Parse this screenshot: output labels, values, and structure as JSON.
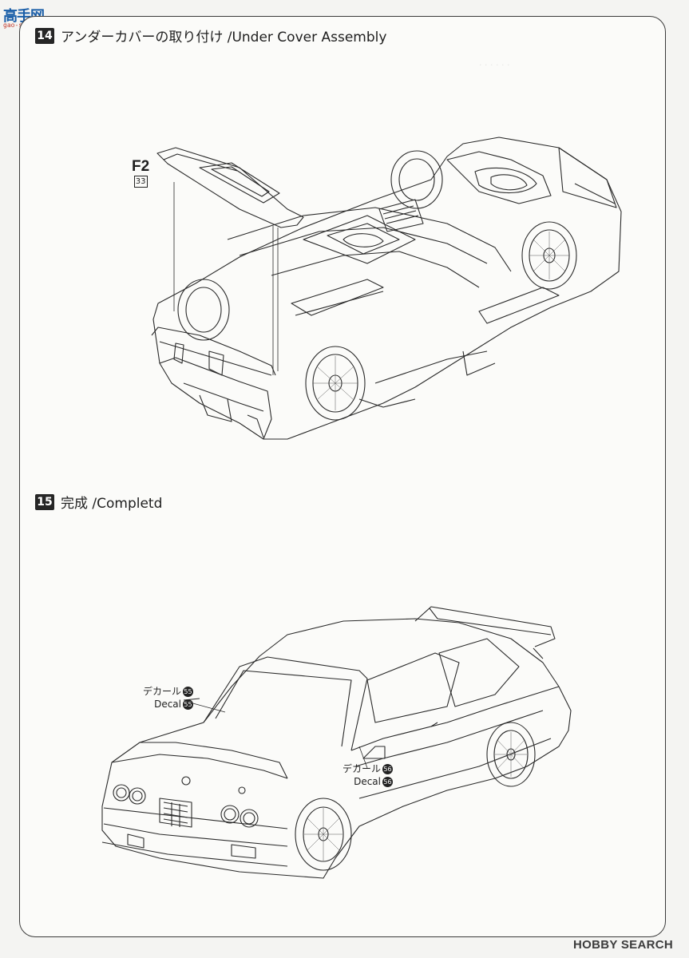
{
  "site_logo": {
    "chinese": "高手网",
    "url": "gao-shou.com"
  },
  "step14": {
    "number": "14",
    "title": "アンダーカバーの取り付け /Under Cover Assembly"
  },
  "part": {
    "code": "F2",
    "number": "33"
  },
  "step15": {
    "number": "15",
    "title": "完成 /Completd"
  },
  "decals": [
    {
      "jp": "デカール",
      "en": "Decal",
      "number": "55"
    },
    {
      "jp": "デカール",
      "en": "Decal",
      "number": "56"
    }
  ],
  "watermark": "HOBBY SEARCH"
}
